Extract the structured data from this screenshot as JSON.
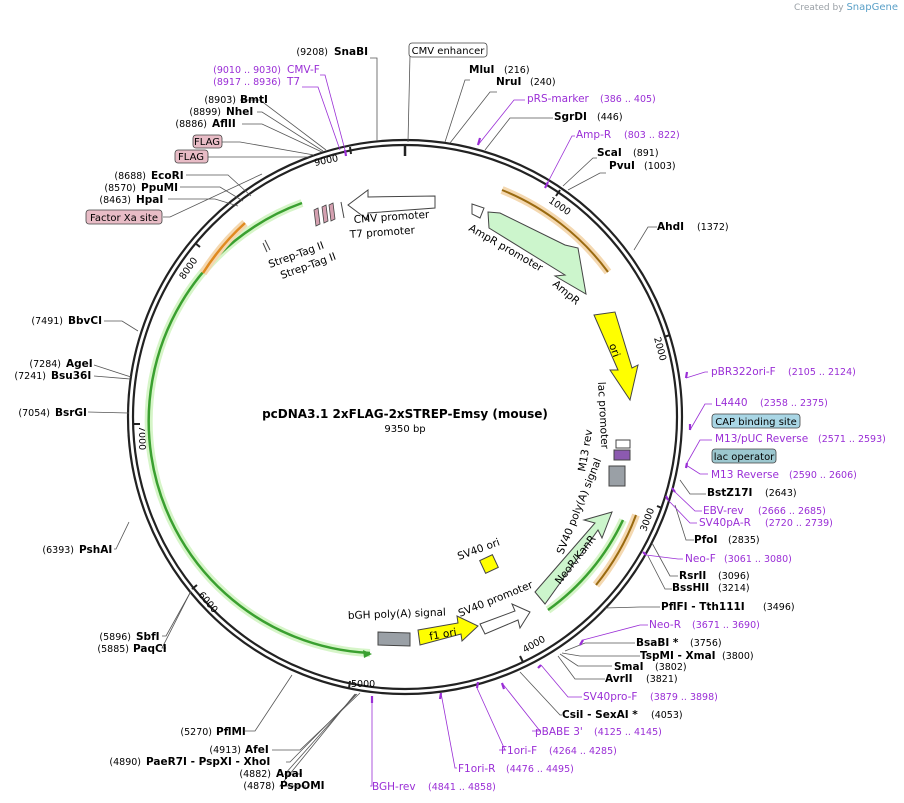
{
  "brand": {
    "created_by": "Created by",
    "name": "SnapGene"
  },
  "plasmid": {
    "name": "pcDNA3.1 2xFLAG-2xSTREP-Emsy (mouse)",
    "length": "9350 bp"
  },
  "ticks": [
    "1000",
    "2000",
    "3000",
    "4000",
    "5000",
    "6000",
    "7000",
    "8000",
    "9000"
  ],
  "enzymes": [
    {
      "pos": "(9208)",
      "name": "SnaBI"
    },
    {
      "pos": "(216)",
      "name": "MluI"
    },
    {
      "pos": "(240)",
      "name": "NruI"
    },
    {
      "pos": "(446)",
      "name": "SgrDI"
    },
    {
      "pos": "(891)",
      "name": "ScaI"
    },
    {
      "pos": "(1003)",
      "name": "PvuI"
    },
    {
      "pos": "(1372)",
      "name": "AhdI"
    },
    {
      "pos": "(2643)",
      "name": "BstZ17I"
    },
    {
      "pos": "(2835)",
      "name": "PfoI"
    },
    {
      "pos": "(3096)",
      "name": "RsrII"
    },
    {
      "pos": "(3214)",
      "name": "BssHII"
    },
    {
      "pos": "(3496)",
      "name": "PflFI - Tth111I"
    },
    {
      "pos": "(3756)",
      "name": "BsaBI *"
    },
    {
      "pos": "(3800)",
      "name": "TspMI - XmaI"
    },
    {
      "pos": "(3802)",
      "name": "SmaI"
    },
    {
      "pos": "(3821)",
      "name": "AvrII"
    },
    {
      "pos": "(4053)",
      "name": "CsiI - SexAI *"
    },
    {
      "pos": "(4913)",
      "name": "AfeI"
    },
    {
      "pos": "(4890)",
      "name": "PaeR7I - PspXI - XhoI"
    },
    {
      "pos": "(4882)",
      "name": "ApaI"
    },
    {
      "pos": "(4878)",
      "name": "PspOMI"
    },
    {
      "pos": "(5270)",
      "name": "PflMI"
    },
    {
      "pos": "(5896)",
      "name": "SbfI"
    },
    {
      "pos": "(5885)",
      "name": "PaqCI"
    },
    {
      "pos": "(6393)",
      "name": "PshAI"
    },
    {
      "pos": "(7054)",
      "name": "BsrGI"
    },
    {
      "pos": "(7284)",
      "name": "AgeI"
    },
    {
      "pos": "(7241)",
      "name": "Bsu36I"
    },
    {
      "pos": "(7491)",
      "name": "BbvCI"
    },
    {
      "pos": "(8688)",
      "name": "EcoRI"
    },
    {
      "pos": "(8570)",
      "name": "PpuMI"
    },
    {
      "pos": "(8463)",
      "name": "HpaI"
    },
    {
      "pos": "(8903)",
      "name": "BmtI"
    },
    {
      "pos": "(8899)",
      "name": "NheI"
    },
    {
      "pos": "(8886)",
      "name": "AflII"
    }
  ],
  "primers": [
    {
      "name": "CMV-F",
      "range": "(9010 .. 9030)"
    },
    {
      "name": "T7",
      "range": "(8917 .. 8936)"
    },
    {
      "name": "pRS-marker",
      "range": "(386 .. 405)"
    },
    {
      "name": "Amp-R",
      "range": "(803 .. 822)"
    },
    {
      "name": "pBR322ori-F",
      "range": "(2105 .. 2124)"
    },
    {
      "name": "L4440",
      "range": "(2358 .. 2375)"
    },
    {
      "name": "M13/pUC Reverse",
      "range": "(2571 .. 2593)"
    },
    {
      "name": "M13 Reverse",
      "range": "(2590 .. 2606)"
    },
    {
      "name": "EBV-rev",
      "range": "(2666 .. 2685)"
    },
    {
      "name": "SV40pA-R",
      "range": "(2720 .. 2739)"
    },
    {
      "name": "Neo-F",
      "range": "(3061 .. 3080)"
    },
    {
      "name": "Neo-R",
      "range": "(3671 .. 3690)"
    },
    {
      "name": "SV40pro-F",
      "range": "(3879 .. 3898)"
    },
    {
      "name": "pBABE 3'",
      "range": "(4125 .. 4145)"
    },
    {
      "name": "F1ori-F",
      "range": "(4264 .. 4285)"
    },
    {
      "name": "F1ori-R",
      "range": "(4476 .. 4495)"
    },
    {
      "name": "BGH-rev",
      "range": "(4841 .. 4858)"
    }
  ],
  "boxed": {
    "cmv_enhancer": "CMV enhancer",
    "cap_binding": "CAP binding site",
    "lac_operator": "lac operator",
    "flag1": "FLAG",
    "flag2": "FLAG",
    "factor_xa": "Factor Xa site"
  },
  "features": {
    "cmv_promoter": "CMV promoter",
    "t7_promoter": "T7 promoter",
    "ampr_promoter": "AmpR promoter",
    "ampr": "AmpR",
    "ori": "ori",
    "lac_promoter": "lac promoter",
    "m13_rev": "M13 rev",
    "sv40_polya": "SV40 poly(A) signal",
    "neor": "NeoR/KanR",
    "sv40_ori": "SV40 ori",
    "sv40_promoter": "SV40 promoter",
    "f1_ori": "f1 ori",
    "bgh_polya": "bGH poly(A) signal",
    "strep1": "Strep-Tag II",
    "strep2": "Strep-Tag II"
  },
  "colors": {
    "ring": "#222222",
    "primer": "#9a2ed6",
    "green_feature": "#ccf5cc",
    "yellow_feature": "#ffff00",
    "orange_line": "#f2a24a",
    "cap_box": "#a9d6e5",
    "lac_box": "#9cc7cf",
    "flag_box": "#e8bcc6"
  }
}
